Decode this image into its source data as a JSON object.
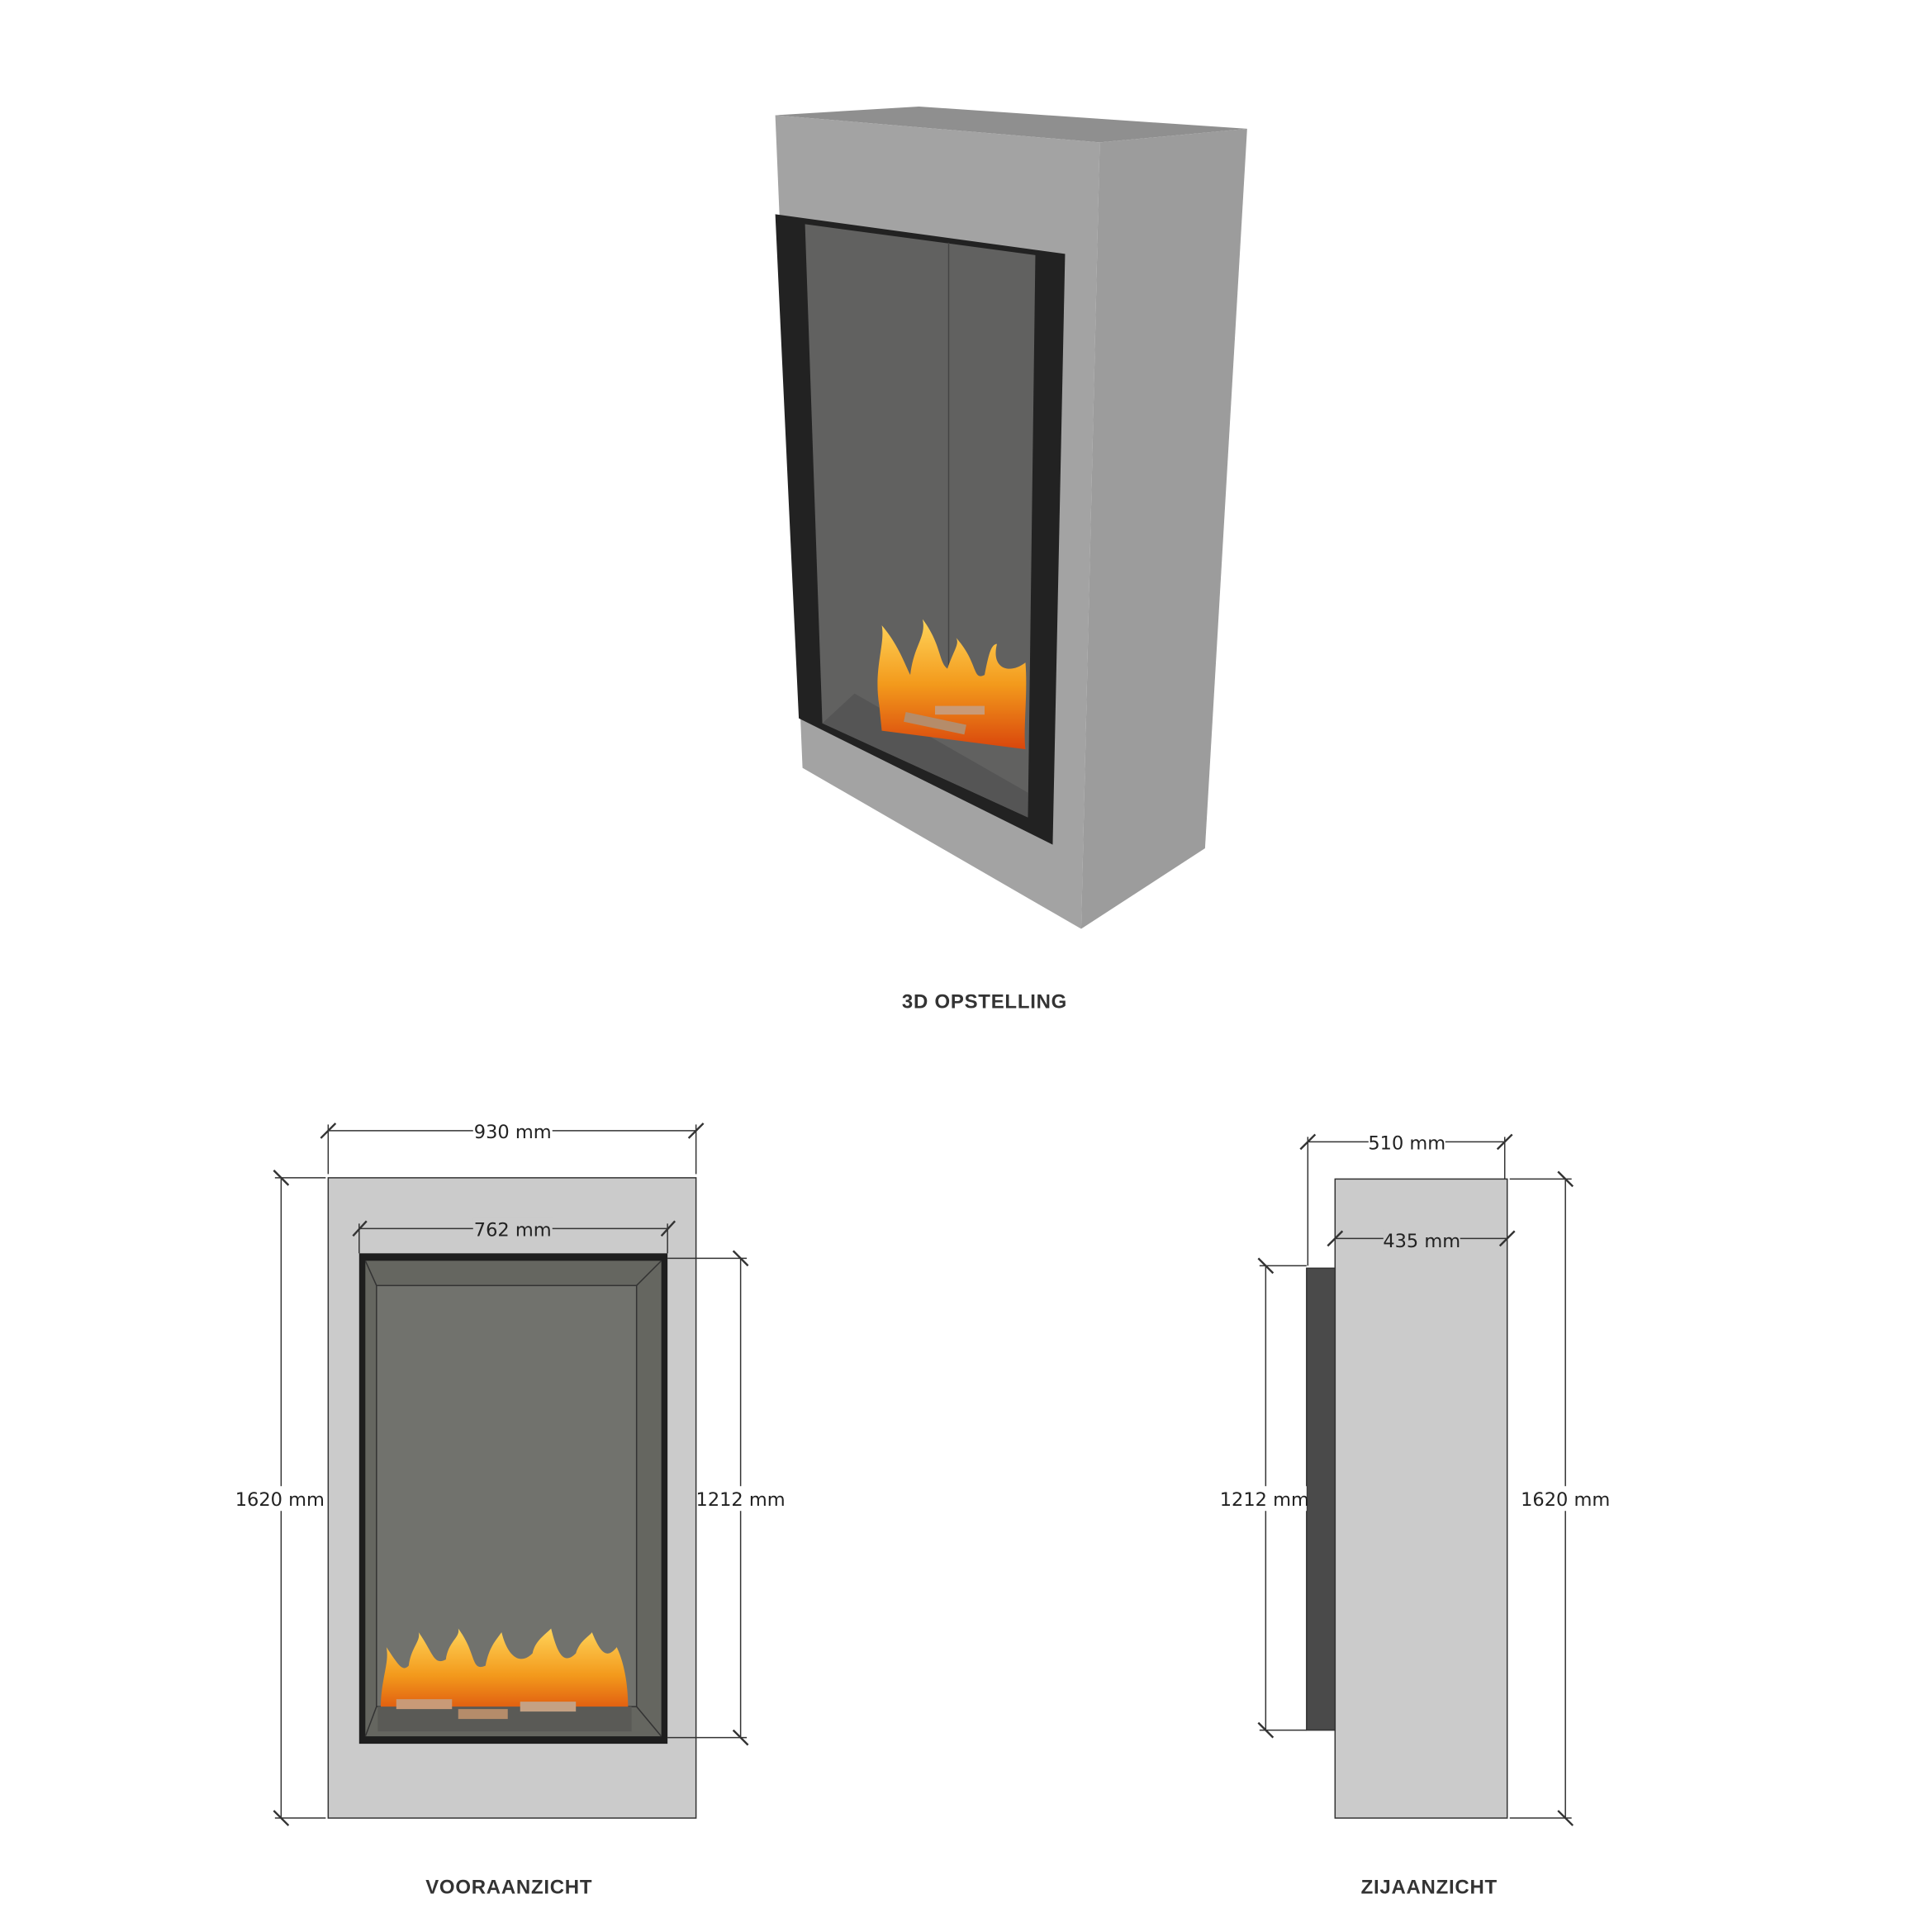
{
  "captions": {
    "view_3d": "3D OPSTELLING",
    "front": "VOORAANZICHT",
    "side": "ZIJAANZICHT"
  },
  "front_dims": {
    "outer_width": "930 mm",
    "inner_width": "762 mm",
    "outer_height": "1620 mm",
    "inner_height": "1212 mm"
  },
  "side_dims": {
    "total_depth": "510 mm",
    "body_depth": "435 mm",
    "inner_height": "1212 mm",
    "outer_height": "1620 mm"
  },
  "colors": {
    "body": "#cbcbcb",
    "body_3d_front": "#a3a3a3",
    "body_3d_side": "#999999",
    "frame": "#1e1e1e",
    "glass": "#6f706b",
    "flame": "#f39a1c"
  }
}
